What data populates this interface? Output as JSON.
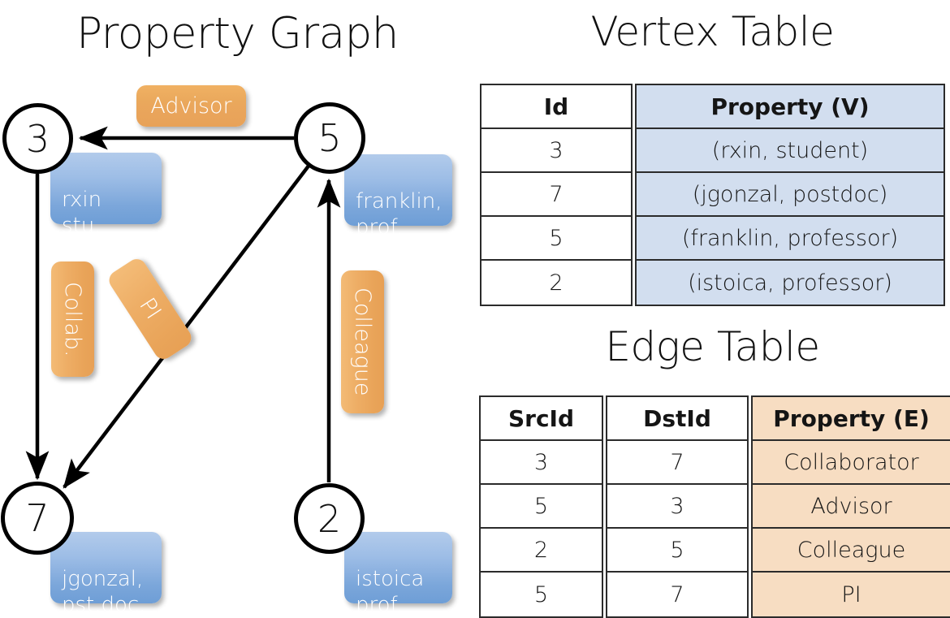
{
  "titles": {
    "property_graph": "Property Graph",
    "vertex_table": "Vertex Table",
    "edge_table": "Edge Table"
  },
  "colors": {
    "vertex_fill": "#d2deef",
    "edge_fill": "#f7ddc2",
    "node_property_box": "#7ba6da",
    "edge_label_box": "#e9a459",
    "stroke": "#000000"
  },
  "graph": {
    "nodes": [
      {
        "id": "3",
        "property_label": "rxin\nstu."
      },
      {
        "id": "5",
        "property_label": "franklin,\nprof."
      },
      {
        "id": "7",
        "property_label": "jgonzal,\npst.doc."
      },
      {
        "id": "2",
        "property_label": "istoica\nprof."
      }
    ],
    "edge_labels": [
      {
        "name": "advisor-label",
        "text": "Advisor"
      },
      {
        "name": "collab-label",
        "text": "Collab."
      },
      {
        "name": "pi-label",
        "text": "PI"
      },
      {
        "name": "colleague-label",
        "text": "Colleague"
      }
    ],
    "edges": [
      {
        "src": "5",
        "dst": "3",
        "label": "Advisor"
      },
      {
        "src": "3",
        "dst": "7",
        "label": "Collab."
      },
      {
        "src": "5",
        "dst": "7",
        "label": "PI"
      },
      {
        "src": "2",
        "dst": "5",
        "label": "Colleague"
      }
    ]
  },
  "vertex_table": {
    "headers": [
      "Id",
      "Property (V)"
    ],
    "rows": [
      {
        "id": "3",
        "property": "(rxin, student)"
      },
      {
        "id": "7",
        "property": "(jgonzal, postdoc)"
      },
      {
        "id": "5",
        "property": "(franklin, professor)"
      },
      {
        "id": "2",
        "property": "(istoica, professor)"
      }
    ]
  },
  "edge_table": {
    "headers": [
      "SrcId",
      "DstId",
      "Property (E)"
    ],
    "rows": [
      {
        "src": "3",
        "dst": "7",
        "property": "Collaborator"
      },
      {
        "src": "5",
        "dst": "3",
        "property": "Advisor"
      },
      {
        "src": "2",
        "dst": "5",
        "property": "Colleague"
      },
      {
        "src": "5",
        "dst": "7",
        "property": "PI"
      }
    ]
  }
}
